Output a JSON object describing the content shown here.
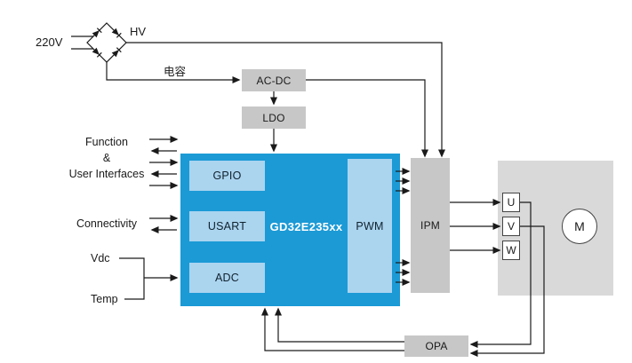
{
  "power": {
    "mains": "220V",
    "hv": "HV",
    "capacitor": "电容",
    "acdc": "AC-DC",
    "ldo": "LDO"
  },
  "mcu": {
    "name": "GD32E235xx",
    "gpio": "GPIO",
    "usart": "USART",
    "adc": "ADC",
    "pwm": "PWM"
  },
  "io": {
    "function_lines": [
      "Function",
      "&",
      "User Interfaces"
    ],
    "connectivity": "Connectivity",
    "vdc": "Vdc",
    "temp": "Temp"
  },
  "drive": {
    "ipm": "IPM",
    "opa": "OPA",
    "phases": [
      "U",
      "V",
      "W"
    ],
    "motor": "M"
  },
  "colors": {
    "mcu_blue": "#1b9ad6",
    "peripheral_fill": "#abd4ef",
    "gray_block": "#c7c7c7",
    "inverter_gray": "#d9d9d9",
    "line": "#1a1a1a"
  }
}
